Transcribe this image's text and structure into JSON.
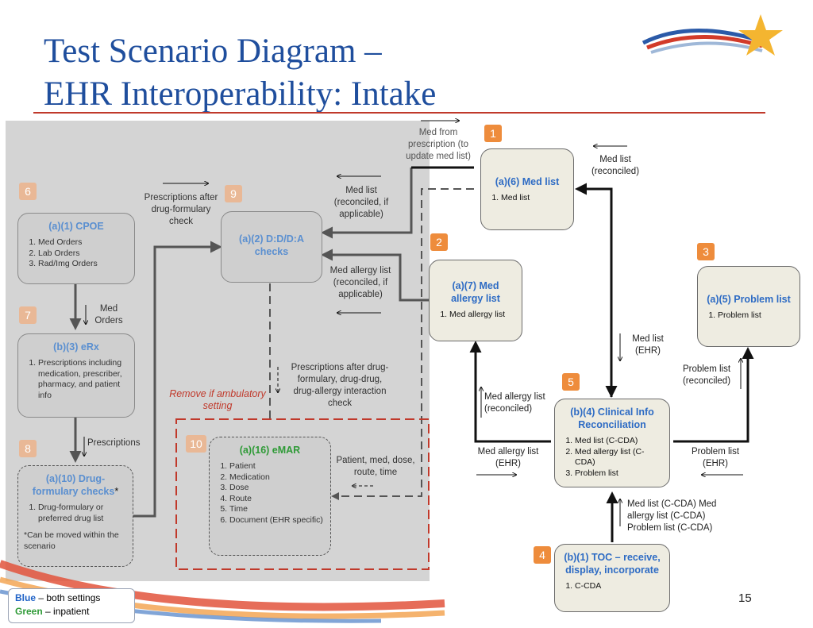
{
  "title": {
    "line1": "Test Scenario Diagram –",
    "line2": "EHR Interoperability: Intake"
  },
  "colors": {
    "blue": "#2d6bc4",
    "green": "#2e9a36",
    "orange": "#ee8c3c",
    "red": "#c0392b",
    "title": "#1f4e9d"
  },
  "boxes": {
    "cpoe": {
      "num": "6",
      "title": "(a)(1) CPOE",
      "items": [
        "Med Orders",
        "Lab Orders",
        "Rad/Img Orders"
      ]
    },
    "ddda": {
      "num": "9",
      "title": "(a)(2) D:D/D:A checks",
      "items": []
    },
    "erx": {
      "num": "7",
      "title": "(b)(3) eRx",
      "items": [
        "Prescriptions including medication, prescriber, pharmacy, and patient info"
      ]
    },
    "drugform": {
      "num": "8",
      "title": "(a)(10) Drug-formulary checks",
      "title_suffix": "*",
      "items": [
        "Drug-formulary or preferred drug list"
      ],
      "note": "*Can be moved within the scenario"
    },
    "emar": {
      "num": "10",
      "title": "(a)(16) eMAR",
      "items": [
        "Patient",
        "Medication",
        "Dose",
        "Route",
        "Time",
        "Document (EHR specific)"
      ]
    },
    "medlist": {
      "num": "1",
      "title": "(a)(6) Med list",
      "items": [
        "Med list"
      ]
    },
    "medallergy": {
      "num": "2",
      "title": "(a)(7) Med allergy list",
      "items": [
        "Med allergy list"
      ]
    },
    "problem": {
      "num": "3",
      "title": "(a)(5) Problem list",
      "items": [
        "Problem list"
      ]
    },
    "cir": {
      "num": "5",
      "title": "(b)(4) Clinical Info Reconciliation",
      "items": [
        "Med list (C-CDA)",
        "Med allergy list (C-CDA)",
        "Problem list"
      ]
    },
    "toc": {
      "num": "4",
      "title": "(b)(1) TOC – receive, display, incorporate",
      "items": [
        "C-CDA"
      ]
    }
  },
  "labels": {
    "med_from_rx": "Med from prescription (to update med list)",
    "med_list_reconciled_top": "Med list (reconciled)",
    "rx_after_formulary": "Prescriptions after drug-formulary check",
    "med_list_reconciled_if": "Med list (reconciled, if applicable)",
    "med_allergy_reconciled_if": "Med allergy list (reconciled, if applicable)",
    "med_orders": "Med Orders",
    "med_list_ehr": "Med list (EHR)",
    "problem_list_reconciled": "Problem list (reconciled)",
    "rx_after_checks": "Prescriptions after drug-formulary, drug-drug, drug-allergy interaction check",
    "remove_if": "Remove if ambulatory setting",
    "med_allergy_reconciled": "Med allergy list (reconciled)",
    "prescriptions": "Prescriptions",
    "patient_med_dose": "Patient, med, dose, route, time",
    "med_allergy_ehr": "Med allergy list (EHR)",
    "problem_list_ehr": "Problem list (EHR)",
    "ccda_inputs": "Med list (C-CDA) Med allergy list (C-CDA) Problem list (C-CDA)"
  },
  "legend": {
    "blue_word": "Blue",
    "blue_text": " – both settings",
    "green_word": "Green",
    "green_text": " – inpatient"
  },
  "page_number": "15"
}
